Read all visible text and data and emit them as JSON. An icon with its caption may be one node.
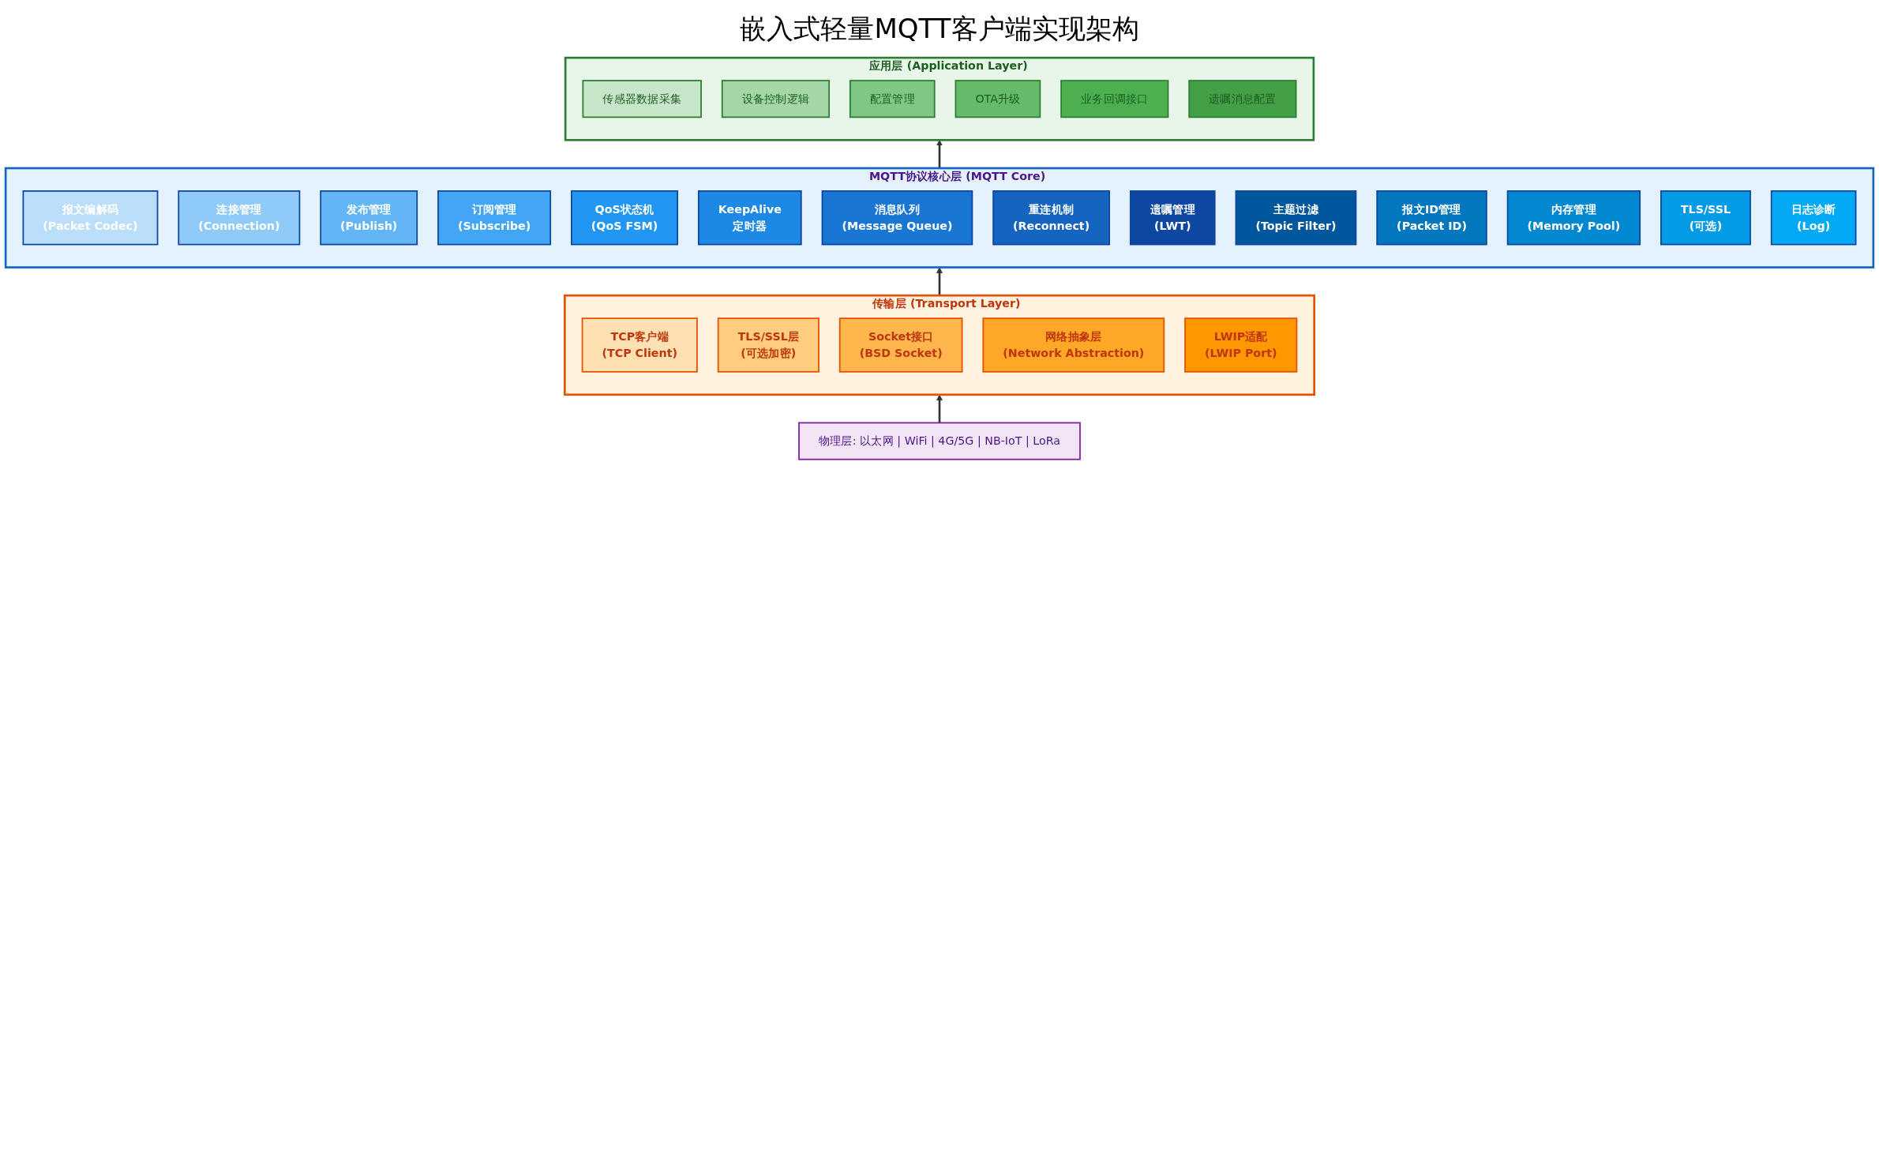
{
  "diagram": {
    "title": "嵌入式轻量MQTT客户端实现架构",
    "nodes": [
      {
        "text": [
          "应用层 (Application Layer)"
        ]
      },
      {
        "text": [
          "传感器数据采集"
        ],
        "in": 0
      },
      {
        "text": [
          "设备控制逻辑"
        ],
        "in": 0
      },
      {
        "text": [
          "配置管理"
        ],
        "in": 0
      },
      {
        "text": [
          "OTA升级"
        ],
        "in": 0
      },
      {
        "text": [
          "业务回调接口"
        ],
        "in": 0
      },
      {
        "text": [
          "遗嘱消息配置"
        ],
        "in": 0
      },
      {
        "text": [
          "MQTT协议核心层 (MQTT Core)"
        ]
      },
      {
        "text": [
          "报文编解码",
          "(Packet Codec)"
        ],
        "in": 7
      },
      {
        "text": [
          "连接管理",
          "(Connection)"
        ],
        "in": 7
      },
      {
        "text": [
          "发布管理",
          "(Publish)"
        ],
        "in": 7
      },
      {
        "text": [
          "订阅管理",
          "(Subscribe)"
        ],
        "in": 7
      },
      {
        "text": [
          "QoS状态机",
          "(QoS FSM)"
        ],
        "in": 7
      },
      {
        "text": [
          "KeepAlive",
          "定时器"
        ],
        "in": 7
      },
      {
        "text": [
          "消息队列",
          "(Message Queue)"
        ],
        "in": 7
      },
      {
        "text": [
          "重连机制",
          "(Reconnect)"
        ],
        "in": 7
      },
      {
        "text": [
          "遗嘱管理",
          "(LWT)"
        ],
        "in": 7
      },
      {
        "text": [
          "主题过滤",
          "(Topic Filter)"
        ],
        "in": 7
      },
      {
        "text": [
          "报文ID管理",
          "(Packet ID)"
        ],
        "in": 7
      },
      {
        "text": [
          "内存管理",
          "(Memory Pool)"
        ],
        "in": 7
      },
      {
        "text": [
          "TLS/SSL",
          "(可选)"
        ],
        "in": 7
      },
      {
        "text": [
          "日志诊断",
          "(Log)"
        ],
        "in": 7
      },
      {
        "text": [
          "传输层 (Transport Layer)"
        ]
      },
      {
        "text": [
          "TCP客户端",
          "(TCP Client)"
        ],
        "in": 22
      },
      {
        "text": [
          "TLS/SSL层",
          "(可选加密)"
        ],
        "in": 22
      },
      {
        "text": [
          "Socket接口",
          "(BSD Socket)"
        ],
        "in": 22
      },
      {
        "text": [
          "网络抽象层",
          "(Network Abstraction)"
        ],
        "in": 22
      },
      {
        "text": [
          "LWIP适配",
          "(LWIP Port)"
        ],
        "in": 22
      },
      {
        "text": [
          "物理层: 以太网 | WiFi | 4G/5G | NB-IoT | LoRa"
        ]
      }
    ],
    "edges": [
      {
        "from": 28,
        "to": 22,
        "arrow": "to"
      },
      {
        "from": 22,
        "to": 7,
        "arrow": "to"
      },
      {
        "from": 7,
        "to": 0,
        "arrow": "to"
      }
    ]
  }
}
